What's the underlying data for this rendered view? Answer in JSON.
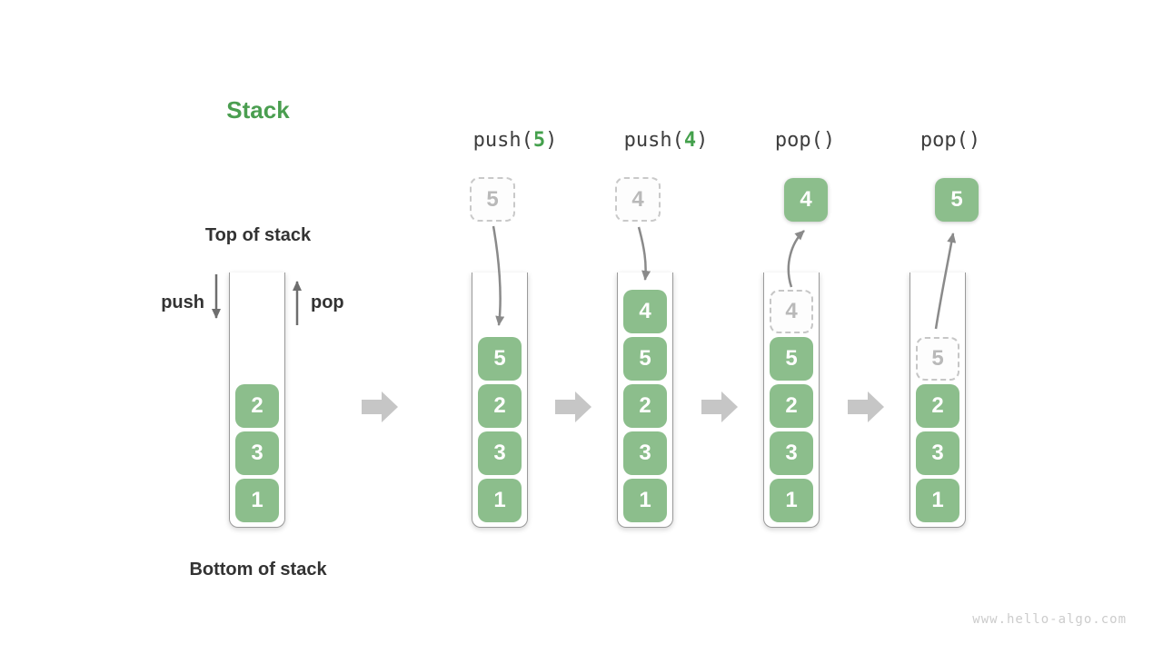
{
  "title": "Stack",
  "labels": {
    "top_of_stack": "Top of stack",
    "bottom_of_stack": "Bottom of stack",
    "push": "push",
    "pop": "pop"
  },
  "base_stack": [
    "2",
    "3",
    "1"
  ],
  "ops": [
    {
      "pre": "push(",
      "arg": "5",
      "post": ")",
      "float": "5",
      "stack": [
        "5",
        "2",
        "3",
        "1"
      ]
    },
    {
      "pre": "push(",
      "arg": "4",
      "post": ")",
      "float": "4",
      "stack": [
        "4",
        "5",
        "2",
        "3",
        "1"
      ]
    },
    {
      "pre": "pop()",
      "arg": "",
      "post": "",
      "float": "4",
      "stack": [
        "4",
        "5",
        "2",
        "3",
        "1"
      ]
    },
    {
      "pre": "pop()",
      "arg": "",
      "post": "",
      "float": "5",
      "stack": [
        "5",
        "2",
        "3",
        "1"
      ]
    }
  ],
  "watermark": "www.hello-algo.com",
  "colors": {
    "cell_green": "#8cbe8c",
    "accent_green": "#44a04c",
    "title_green": "#4a9e50",
    "label_dark": "#333333",
    "op_label_dark": "#3d3d3d",
    "curve_arrow_gray": "#8a8a8a",
    "side_arrow_gray": "#6e6e6e",
    "block_arrow_gray": "#c6c6c6",
    "ghost_gray": "#b9b9b9",
    "wall_gray": "#9a9a9a",
    "watermark_gray": "#cccccc"
  }
}
